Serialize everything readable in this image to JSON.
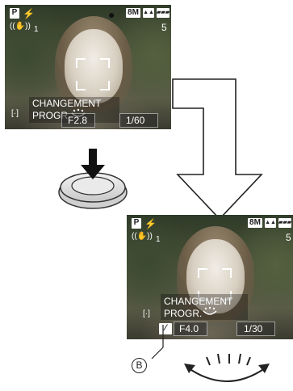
{
  "top": {
    "mode_badge": "P",
    "flash_symbol": "⚡",
    "record_dot": "●",
    "resolution": "8M",
    "quality": "▲▲",
    "battery": "▰▰▰",
    "stabilizer": "((✋))",
    "stabilizer_mode": "1",
    "shots_remaining": "5",
    "af_mode_symbol": "[·]",
    "program_shift_text_1": "CHANGEMENT",
    "program_shift_text_2": "PROGR.",
    "aperture": "F2.8",
    "shutter": "1/60"
  },
  "bottom": {
    "mode_badge": "P",
    "flash_symbol": "⚡",
    "resolution": "8M",
    "quality": "▲▲",
    "battery": "▰▰▰",
    "stabilizer": "((✋))",
    "stabilizer_mode": "1",
    "shots_remaining": "5",
    "af_mode_symbol": "[·]",
    "program_shift_text_1": "CHANGEMENT",
    "program_shift_text_2": "PROGR.",
    "exposure_symbol": "⁄",
    "aperture": "F4.0",
    "shutter": "1/30"
  },
  "callout_label": "B",
  "colors": {
    "overlay_text": "#ffffff",
    "arrow_outline": "#222222"
  },
  "icons": [
    "shutter-button-icon",
    "down-arrow-icon",
    "flow-arrow-icon",
    "rotate-dial-icon"
  ]
}
